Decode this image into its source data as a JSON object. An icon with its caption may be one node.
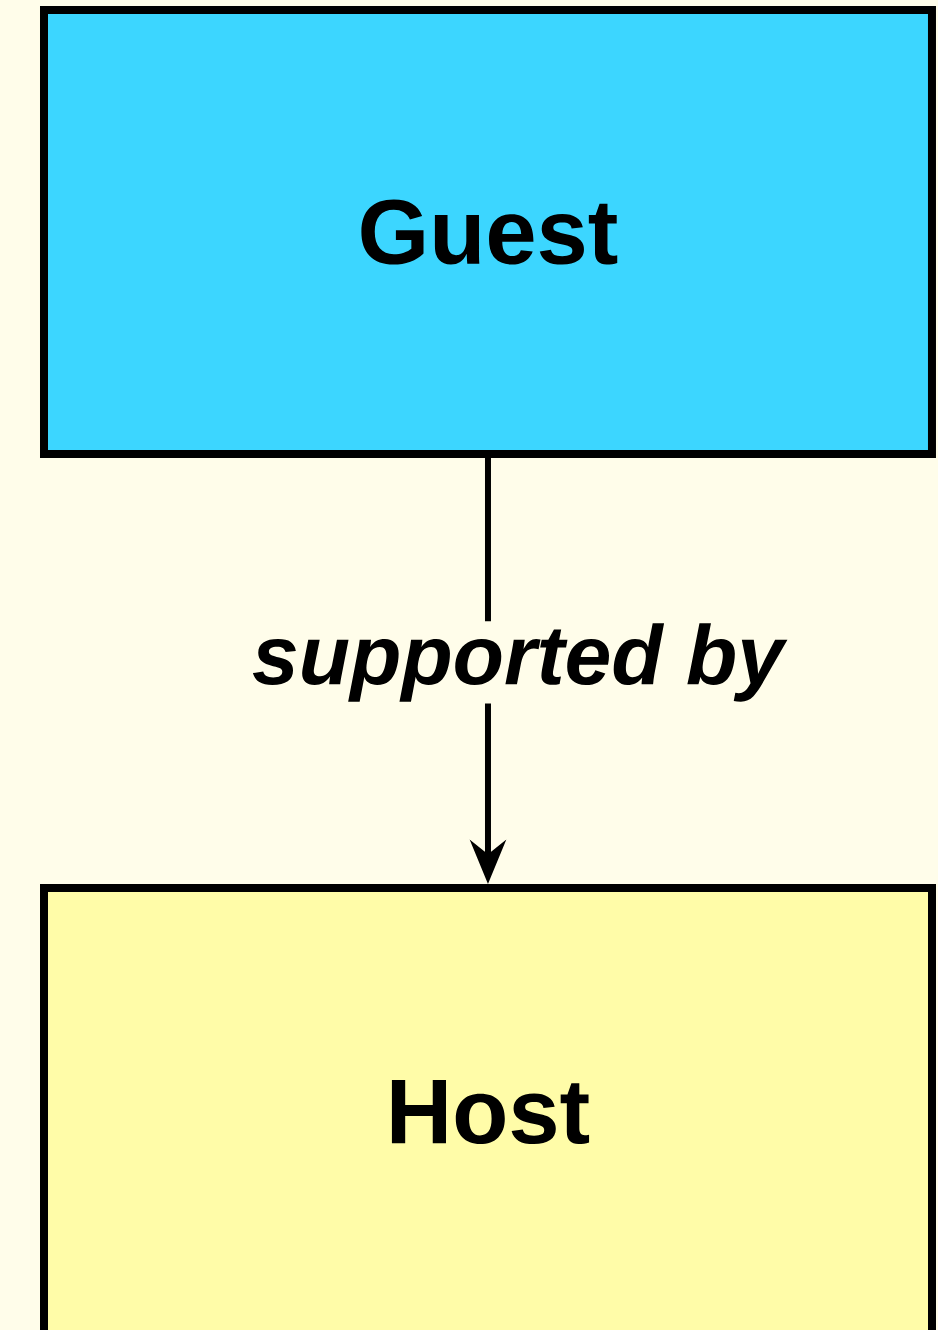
{
  "diagram": {
    "nodes": [
      {
        "text": [
          "Guest"
        ]
      },
      {
        "text": [
          "Host"
        ]
      }
    ],
    "edges": [
      {
        "from": 0,
        "to": 1,
        "arrow": "to",
        "label": "supported by"
      }
    ]
  }
}
